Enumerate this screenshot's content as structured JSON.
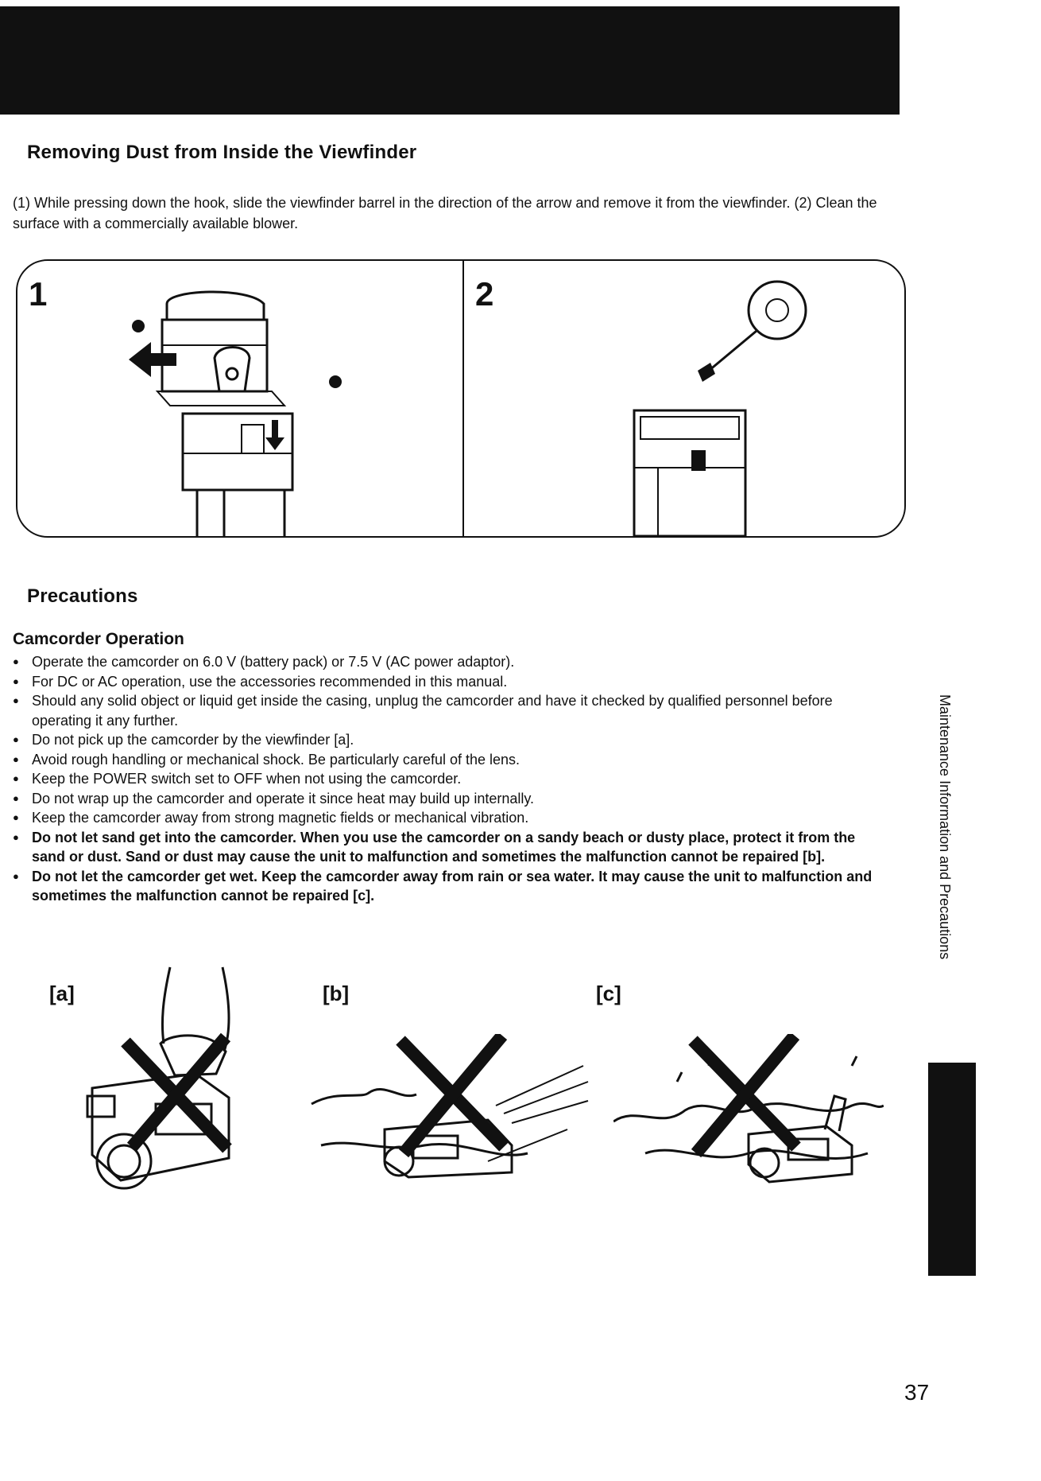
{
  "dust_section": {
    "title": "Removing Dust from Inside the Viewfinder",
    "intro": "(1) While pressing down the hook, slide the viewfinder barrel in the direction of the arrow and remove it from the viewfinder. (2) Clean the surface with a commercially available blower.",
    "steps": [
      {
        "number": "1"
      },
      {
        "number": "2"
      }
    ]
  },
  "precautions": {
    "title": "Precautions",
    "subheading": "Camcorder Operation",
    "items": [
      {
        "text": "Operate the camcorder on 6.0 V (battery pack) or 7.5 V (AC power adaptor)."
      },
      {
        "text": "For DC or AC operation, use the accessories recommended in this manual."
      },
      {
        "text": "Should any solid object or liquid get inside the casing, unplug the camcorder and have it checked by qualified personnel before operating it any further."
      },
      {
        "text": "Do not pick up the camcorder by the viewfinder [a]."
      },
      {
        "text": "Avoid rough handling or mechanical shock. Be particularly careful of the lens."
      },
      {
        "text": "Keep the POWER switch set to OFF when not using the camcorder."
      },
      {
        "text": "Do not wrap up the camcorder and operate it since heat may build up internally."
      },
      {
        "text": "Keep the camcorder away from strong magnetic fields or mechanical vibration."
      },
      {
        "text": "Do not let sand get into the camcorder. When you use the camcorder on a sandy beach or dusty place, protect it from the sand or dust. Sand or dust may cause the unit to malfunction and sometimes the malfunction cannot be repaired [b]."
      },
      {
        "text": "Do not let the camcorder get wet. Keep the camcorder away from rain or sea water. It may cause the unit to malfunction and sometimes the malfunction cannot be repaired [c]."
      }
    ]
  },
  "figures": [
    {
      "label": "[a]"
    },
    {
      "label": "[b]"
    },
    {
      "label": "[c]"
    }
  ],
  "side_label": "Maintenance Information and Precautions",
  "page_number": "37"
}
